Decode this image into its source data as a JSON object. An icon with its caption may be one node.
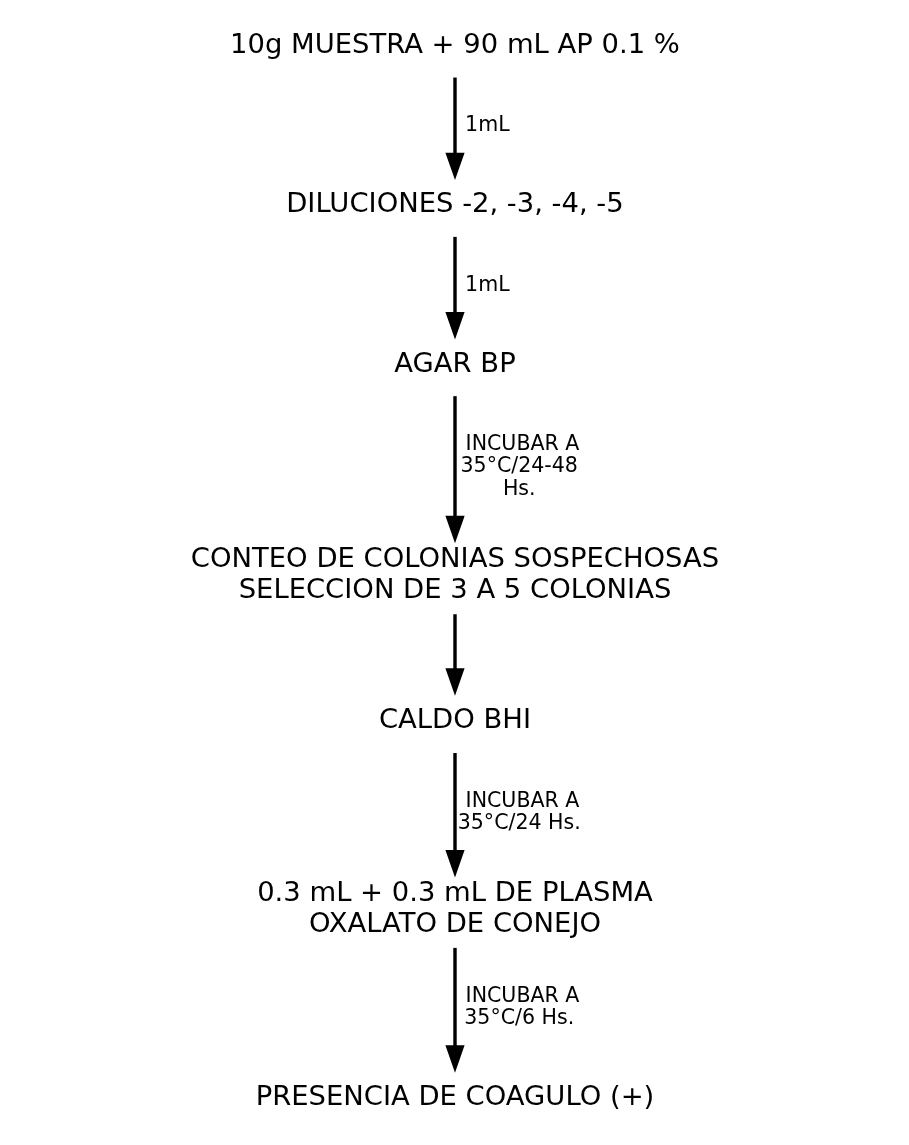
{
  "diagram": {
    "nodes": [
      {
        "text": [
          "10g MUESTRA + 90 mL AP 0.1 %"
        ]
      },
      {
        "text": [
          "DILUCIONES -2, -3, -4, -5"
        ]
      },
      {
        "text": [
          "AGAR BP"
        ]
      },
      {
        "text": [
          "CONTEO DE COLONIAS SOSPECHOSAS SELECCION DE 3 A 5 COLONIAS"
        ]
      },
      {
        "text": [
          "CALDO BHI"
        ]
      },
      {
        "text": [
          "0.3 mL + 0.3 mL DE PLASMA OXALATO DE CONEJO"
        ]
      },
      {
        "text": [
          "PRESENCIA DE COAGULO (+)"
        ]
      }
    ],
    "edges": [
      {
        "from": 0,
        "to": 1,
        "arrow": "to",
        "label": "1mL"
      },
      {
        "from": 1,
        "to": 2,
        "arrow": "to",
        "label": "1mL"
      },
      {
        "from": 2,
        "to": 3,
        "arrow": "to",
        "label": "INCUBAR A 35°C/24-48 Hs."
      },
      {
        "from": 3,
        "to": 4,
        "arrow": "to"
      },
      {
        "from": 4,
        "to": 5,
        "arrow": "to",
        "label": "INCUBAR A 35°C/24 Hs."
      },
      {
        "from": 5,
        "to": 6,
        "arrow": "to",
        "label": "INCUBAR A 35°C/6 Hs."
      }
    ]
  }
}
